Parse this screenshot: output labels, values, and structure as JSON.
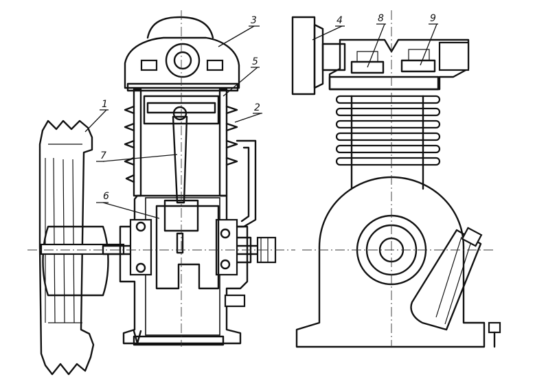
{
  "labels": [
    {
      "id": "label-1",
      "text": "1"
    },
    {
      "id": "label-2",
      "text": "2"
    },
    {
      "id": "label-3",
      "text": "3"
    },
    {
      "id": "label-4",
      "text": "4"
    },
    {
      "id": "label-5",
      "text": "5"
    },
    {
      "id": "label-6",
      "text": "6"
    },
    {
      "id": "label-7",
      "text": "7"
    },
    {
      "id": "label-8",
      "text": "8"
    },
    {
      "id": "label-9",
      "text": "9"
    }
  ]
}
